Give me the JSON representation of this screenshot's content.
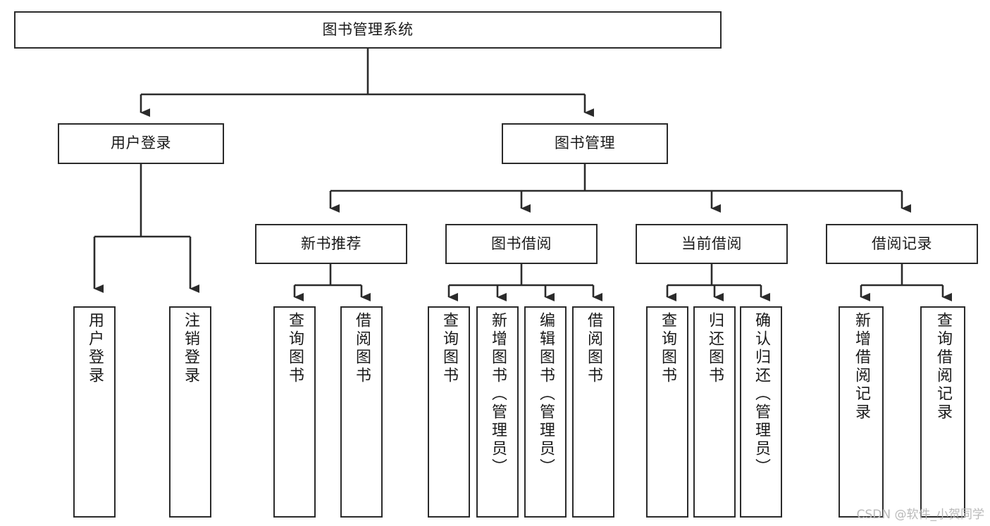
{
  "diagram": {
    "title": "图书管理系统",
    "type": "tree",
    "colors": {
      "box_border": "#2b2b2b",
      "box_fill": "#ffffff",
      "edge": "#2b2b2b",
      "text": "#1a1a1a",
      "watermark": "#b9b9b9",
      "background": "#ffffff"
    },
    "root": {
      "label": "图书管理系统"
    },
    "level1": [
      {
        "label": "用户登录"
      },
      {
        "label": "图书管理"
      }
    ],
    "level2": [
      {
        "label": "新书推荐"
      },
      {
        "label": "图书借阅"
      },
      {
        "label": "当前借阅"
      },
      {
        "label": "借阅记录"
      }
    ],
    "leaves": {
      "user_login": [
        {
          "label": "用户登录"
        },
        {
          "label": "注销登录"
        }
      ],
      "new_book": [
        {
          "label": "查询图书"
        },
        {
          "label": "借阅图书"
        }
      ],
      "book_borrow": [
        {
          "label": "查询图书"
        },
        {
          "label": "新增图书（管理员）"
        },
        {
          "label": "编辑图书（管理员）"
        },
        {
          "label": "借阅图书"
        }
      ],
      "current_borrow": [
        {
          "label": "查询图书"
        },
        {
          "label": "归还图书"
        },
        {
          "label": "确认归还（管理员）"
        }
      ],
      "borrow_record": [
        {
          "label": "新增借阅记录"
        },
        {
          "label": "查询借阅记录"
        }
      ]
    }
  },
  "watermark": {
    "text": "CSDN @软件_小贺同学"
  }
}
